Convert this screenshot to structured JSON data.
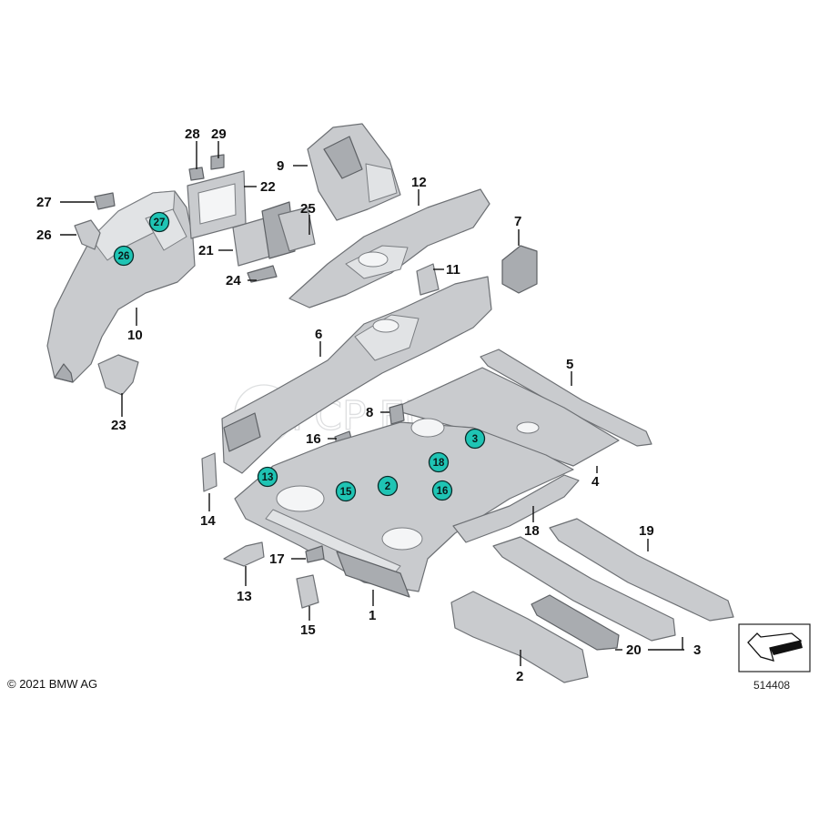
{
  "diagram": {
    "title": "BMW rear floor assembly parts diagram",
    "copyright": "© 2021 BMW AG",
    "doc_number": "514408",
    "watermark": "FCP EURO",
    "callouts": [
      "1",
      "2",
      "3",
      "4",
      "5",
      "6",
      "7",
      "8",
      "9",
      "10",
      "11",
      "12",
      "13",
      "14",
      "15",
      "16",
      "17",
      "18",
      "19",
      "20",
      "21",
      "22",
      "23",
      "24",
      "25",
      "26",
      "27",
      "28",
      "29"
    ],
    "bubbles": [
      "27",
      "26",
      "13",
      "15",
      "2",
      "18",
      "16",
      "3"
    ],
    "colors": {
      "bubble": "#1fc4b4",
      "part": "#c9cbce",
      "outline": "#6d7074"
    }
  }
}
